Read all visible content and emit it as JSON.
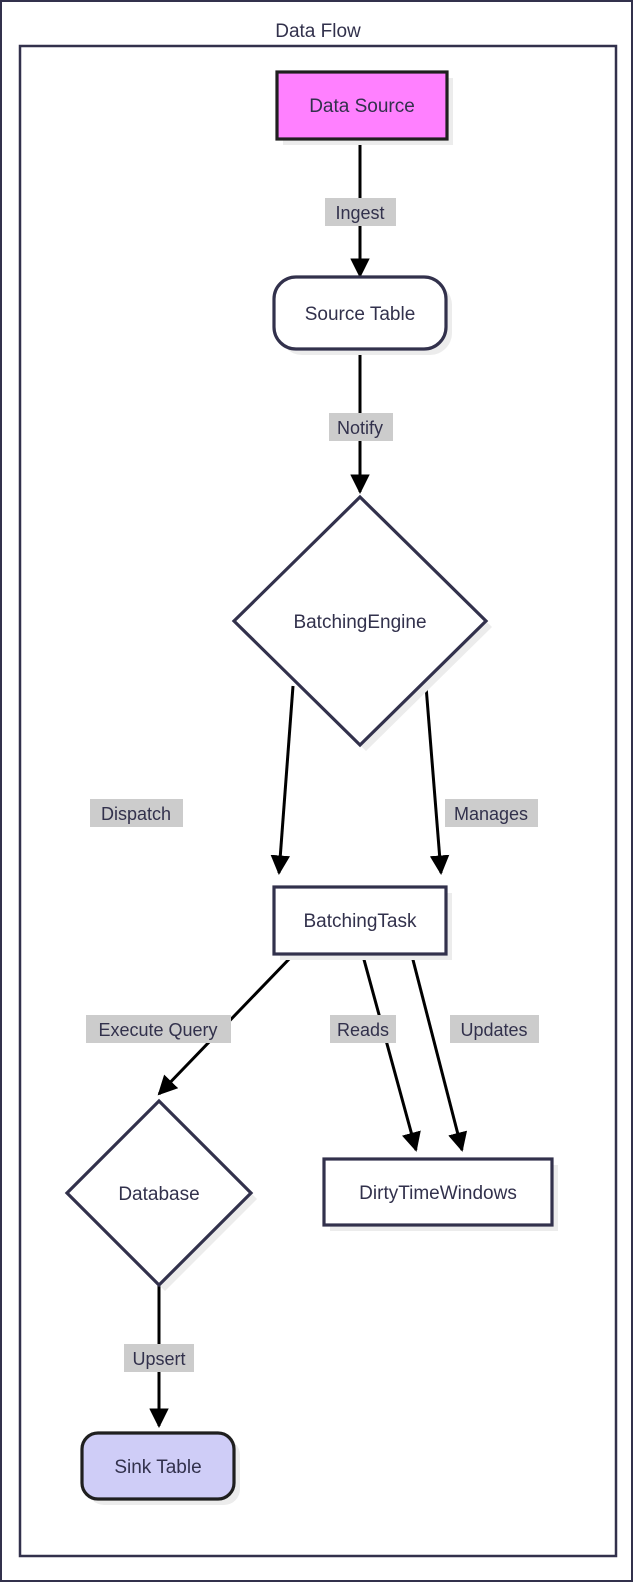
{
  "diagram": {
    "title": "Data Flow",
    "type": "flowchart",
    "direction": "top-down",
    "colors": {
      "border": "#32314c",
      "node_stroke": "#32314c",
      "node_fill_default": "#ffffff",
      "data_source_fill": "#ff80ff",
      "data_source_stroke": "#1f1f1f",
      "sink_table_fill": "#cfcdf7",
      "sink_table_stroke": "#1f1f1f",
      "edge_stroke": "#000000",
      "edge_label_bg": "#cccccc",
      "text": "#32314c"
    },
    "nodes": [
      {
        "id": "data_source",
        "label": "Data Source",
        "shape": "rect",
        "fill": "#ff80ff",
        "stroke": "#1f1f1f"
      },
      {
        "id": "source_table",
        "label": "Source Table",
        "shape": "rounded-rect",
        "fill": "#ffffff",
        "stroke": "#32314c"
      },
      {
        "id": "batching_engine",
        "label": "BatchingEngine",
        "shape": "diamond",
        "fill": "#ffffff",
        "stroke": "#32314c"
      },
      {
        "id": "batching_task",
        "label": "BatchingTask",
        "shape": "rect",
        "fill": "#ffffff",
        "stroke": "#32314c"
      },
      {
        "id": "database",
        "label": "Database",
        "shape": "diamond",
        "fill": "#ffffff",
        "stroke": "#32314c"
      },
      {
        "id": "dirty_time_windows",
        "label": "DirtyTimeWindows",
        "shape": "rect",
        "fill": "#ffffff",
        "stroke": "#32314c"
      },
      {
        "id": "sink_table",
        "label": "Sink Table",
        "shape": "rounded-rect",
        "fill": "#cfcdf7",
        "stroke": "#1f1f1f"
      }
    ],
    "edges": [
      {
        "id": "e1",
        "from": "data_source",
        "to": "source_table",
        "label": "Ingest"
      },
      {
        "id": "e2",
        "from": "source_table",
        "to": "batching_engine",
        "label": "Notify"
      },
      {
        "id": "e3",
        "from": "batching_engine",
        "to": "batching_task",
        "label": "Dispatch"
      },
      {
        "id": "e4",
        "from": "batching_engine",
        "to": "batching_task",
        "label": "Manages"
      },
      {
        "id": "e5",
        "from": "batching_task",
        "to": "database",
        "label": "Execute Query"
      },
      {
        "id": "e6",
        "from": "batching_task",
        "to": "dirty_time_windows",
        "label": "Reads"
      },
      {
        "id": "e7",
        "from": "batching_task",
        "to": "dirty_time_windows",
        "label": "Updates"
      },
      {
        "id": "e8",
        "from": "database",
        "to": "sink_table",
        "label": "Upsert"
      }
    ]
  }
}
